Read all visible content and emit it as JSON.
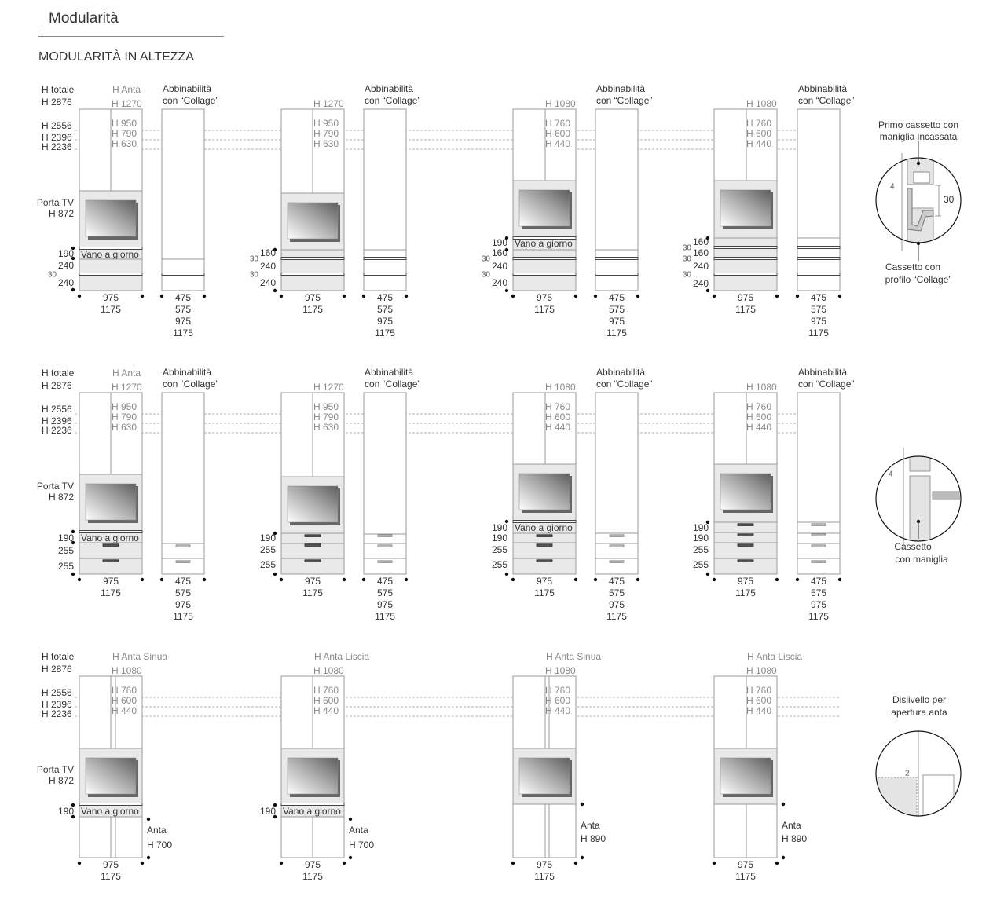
{
  "header": {
    "title": "Modularità",
    "subtitle": "MODULARITÀ IN ALTEZZA"
  },
  "rows": [
    {
      "h_totale": {
        "label": "H totale",
        "values": [
          "H 2876",
          "H 2556",
          "H 2396",
          "H 2236"
        ]
      },
      "porta_tv": [
        "Porta TV",
        "H 872"
      ],
      "columns": [
        {
          "anta_label": "H Anta",
          "anta_values": [
            "H 1270",
            "H 950",
            "H 790",
            "H 630"
          ],
          "collage_label": [
            "Abbinabilità",
            "con “Collage”"
          ],
          "vano": "Vano a giorno",
          "dims": [
            "190",
            "240",
            "30",
            "240"
          ],
          "widths": [
            "975",
            "1175"
          ],
          "collage_widths": [
            "475",
            "575",
            "975",
            "1175"
          ]
        },
        {
          "anta_label": "",
          "anta_values": [
            "H 1270",
            "H 950",
            "H 790",
            "H 630"
          ],
          "collage_label": [
            "Abbinabilità",
            "con “Collage”"
          ],
          "vano": "",
          "dims": [
            "160",
            "30",
            "240",
            "30",
            "240"
          ],
          "widths": [
            "975",
            "1175"
          ],
          "collage_widths": [
            "475",
            "575",
            "975",
            "1175"
          ]
        },
        {
          "anta_label": "",
          "anta_values": [
            "H 1080",
            "H 760",
            "H 600",
            "H 440"
          ],
          "collage_label": [
            "Abbinabilità",
            "con “Collage”"
          ],
          "vano": "Vano a giorno",
          "dims": [
            "190",
            "160",
            "30",
            "240",
            "30",
            "240"
          ],
          "widths": [
            "975",
            "1175"
          ],
          "collage_widths": [
            "475",
            "575",
            "975",
            "1175"
          ]
        },
        {
          "anta_label": "",
          "anta_values": [
            "H 1080",
            "H 760",
            "H 600",
            "H 440"
          ],
          "collage_label": [
            "Abbinabilità",
            "con “Collage”"
          ],
          "vano": "",
          "dims": [
            "160",
            "30",
            "160",
            "30",
            "240",
            "30",
            "240"
          ],
          "widths": [
            "975",
            "1175"
          ],
          "collage_widths": [
            "475",
            "575",
            "975",
            "1175"
          ]
        }
      ]
    },
    {
      "h_totale": {
        "label": "H totale",
        "values": [
          "H 2876",
          "H 2556",
          "H 2396",
          "H 2236"
        ]
      },
      "porta_tv": [
        "Porta TV",
        "H 872"
      ],
      "columns": [
        {
          "anta_label": "H Anta",
          "anta_values": [
            "H 1270",
            "H 950",
            "H 790",
            "H 630"
          ],
          "collage_label": [
            "Abbinabilità",
            "con “Collage”"
          ],
          "vano": "Vano a giorno",
          "dims": [
            "190",
            "255",
            "255"
          ],
          "widths": [
            "975",
            "1175"
          ],
          "collage_widths": [
            "475",
            "575",
            "975",
            "1175"
          ]
        },
        {
          "anta_label": "",
          "anta_values": [
            "H 1270",
            "H 950",
            "H 790",
            "H 630"
          ],
          "collage_label": [
            "Abbinabilità",
            "con “Collage”"
          ],
          "vano": "",
          "dims": [
            "190",
            "255",
            "255"
          ],
          "widths": [
            "975",
            "1175"
          ],
          "collage_widths": [
            "475",
            "575",
            "975",
            "1175"
          ]
        },
        {
          "anta_label": "",
          "anta_values": [
            "H 1080",
            "H 760",
            "H 600",
            "H 440"
          ],
          "collage_label": [
            "Abbinabilità",
            "con “Collage”"
          ],
          "vano": "Vano a giorno",
          "dims": [
            "190",
            "190",
            "255",
            "255"
          ],
          "widths": [
            "975",
            "1175"
          ],
          "collage_widths": [
            "475",
            "575",
            "975",
            "1175"
          ]
        },
        {
          "anta_label": "",
          "anta_values": [
            "H 1080",
            "H 760",
            "H 600",
            "H 440"
          ],
          "collage_label": [
            "Abbinabilità",
            "con “Collage”"
          ],
          "vano": "",
          "dims": [
            "190",
            "190",
            "255",
            "255"
          ],
          "widths": [
            "975",
            "1175"
          ],
          "collage_widths": [
            "475",
            "575",
            "975",
            "1175"
          ]
        }
      ]
    },
    {
      "h_totale": {
        "label": "H totale",
        "values": [
          "H 2876",
          "H 2556",
          "H 2396",
          "H 2236"
        ]
      },
      "porta_tv": [
        "Porta TV",
        "H 872"
      ],
      "columns": [
        {
          "anta_label": "H Anta Sinua",
          "anta_values": [
            "H 1080",
            "H 760",
            "H 600",
            "H 440"
          ],
          "vano": "Vano a giorno",
          "dims": [
            "190"
          ],
          "anta_side": [
            "Anta",
            "H 700"
          ],
          "widths": [
            "975",
            "1175"
          ]
        },
        {
          "anta_label": "H Anta Liscia",
          "anta_values": [
            "H 1080",
            "H 760",
            "H 600",
            "H 440"
          ],
          "vano": "Vano a giorno",
          "dims": [
            "190"
          ],
          "anta_side": [
            "Anta",
            "H 700"
          ],
          "widths": [
            "975",
            "1175"
          ]
        },
        {
          "anta_label": "H Anta Sinua",
          "anta_values": [
            "H 1080",
            "H 760",
            "H 600",
            "H 440"
          ],
          "vano": "",
          "dims": [],
          "anta_side": [
            "Anta",
            "H 890"
          ],
          "widths": [
            "975",
            "1175"
          ]
        },
        {
          "anta_label": "H Anta Liscia",
          "anta_values": [
            "H 1080",
            "H 760",
            "H 600",
            "H 440"
          ],
          "vano": "",
          "dims": [],
          "anta_side": [
            "Anta",
            "H 890"
          ],
          "widths": [
            "975",
            "1175"
          ]
        }
      ]
    }
  ],
  "details": [
    {
      "caption_top": [
        "Primo cassetto con",
        "maniglia incassata"
      ],
      "caption_bottom": [
        "Cassetto con",
        "profilo “Collage”"
      ],
      "dims": [
        "4",
        "30"
      ]
    },
    {
      "caption_top": [],
      "caption_bottom": [
        "Cassetto",
        "con maniglia"
      ],
      "dims": [
        "4"
      ]
    },
    {
      "caption_top": [
        "Dislivello per",
        "apertura anta"
      ],
      "caption_bottom": [],
      "dims": [
        "2"
      ]
    }
  ],
  "colors": {
    "panel_fill": "#e9e9ea",
    "line": "#9a9a9a",
    "dash": "#b0b0b0",
    "text": "#333333"
  }
}
